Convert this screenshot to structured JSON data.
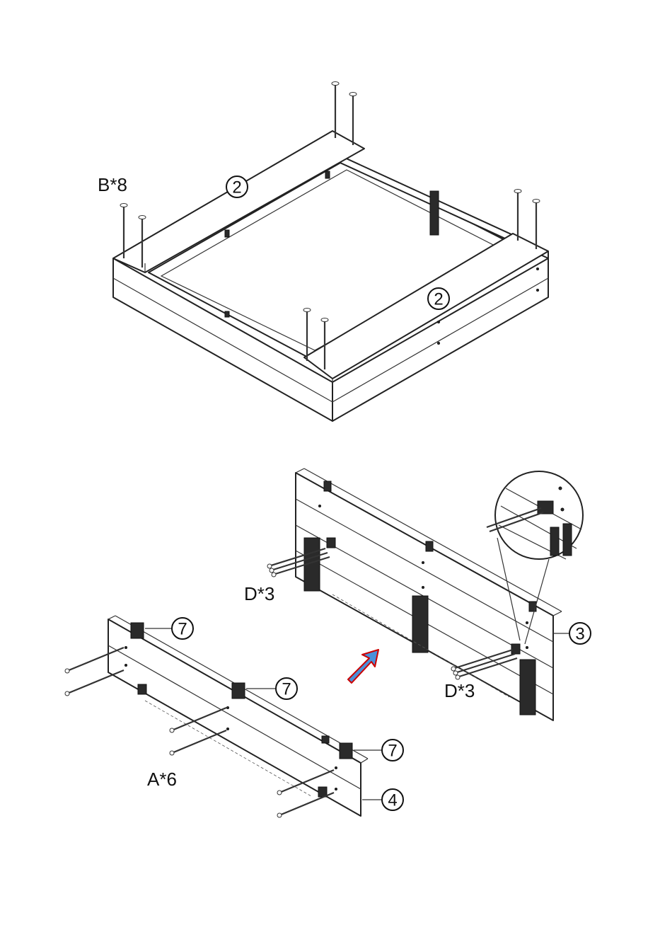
{
  "top_assembly": {
    "screw_label": "B*8",
    "callouts": [
      {
        "num": "2"
      },
      {
        "num": "2"
      }
    ]
  },
  "bottom_assembly": {
    "screw_label_left": "A*6",
    "screw_label_right_top": "D*3",
    "screw_label_right_bottom": "D*3",
    "callouts": [
      {
        "num": "7"
      },
      {
        "num": "7"
      },
      {
        "num": "7"
      },
      {
        "num": "4"
      },
      {
        "num": "3"
      }
    ],
    "arrow_color": "#4a90d9",
    "arrow_outline": "#cc0000"
  }
}
